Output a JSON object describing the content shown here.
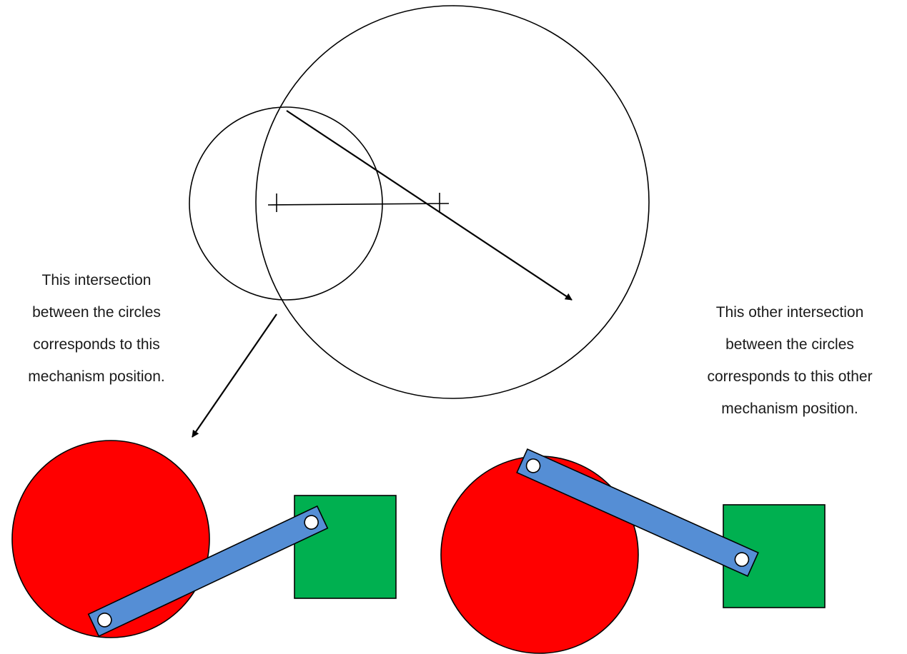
{
  "captions": {
    "left": [
      "This intersection",
      "between the circles",
      "corresponds to this",
      "mechanism position."
    ],
    "right": [
      "This other intersection",
      "between the circles",
      "corresponds to this other",
      "mechanism position."
    ]
  },
  "colors": {
    "crank_disc": "#ff0000",
    "slider_block": "#00b050",
    "link_bar": "#558ed5",
    "outline": "#000000",
    "pin": "#ffffff"
  },
  "icons": {
    "construction": [
      "small-circle",
      "large-circle",
      "center-marker",
      "center-line",
      "intersection-pointer-arrow"
    ],
    "mechanism": [
      "crank-disc",
      "slider-block",
      "connecting-link",
      "pin-joint"
    ]
  }
}
